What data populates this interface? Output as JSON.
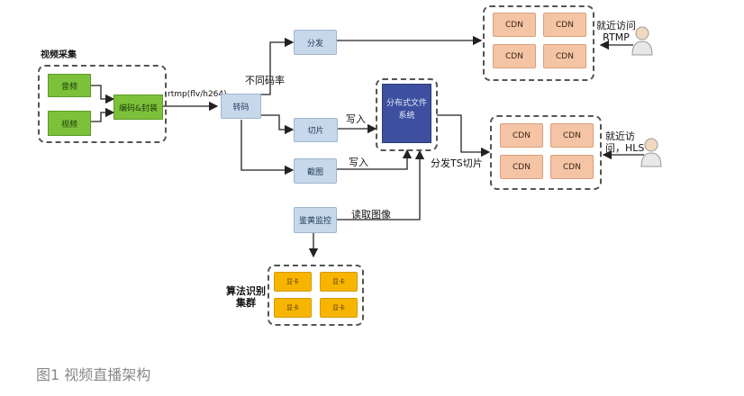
{
  "labels": {
    "capture_title": "视频采集",
    "audio": "音频",
    "video": "视频",
    "encode": "编码&封装",
    "rtmp_label": "rtmp(flv/h264)",
    "transcode": "转码",
    "multi_bitrate": "不同码率",
    "distribute": "分发",
    "slice": "切片",
    "screenshot": "截图",
    "write_in_1": "写入",
    "write_in_2": "写入",
    "dfs": "分布式文件系统",
    "distribute_ts": "分发TS切片",
    "porn_control": "鉴黄监控",
    "read_image": "读取图像",
    "algo_cluster": "算法识别\n集群",
    "rtmp_access": "就近访问\nRTMP",
    "hls_access": "就近访\n问，HLS",
    "caption": "图1  视频直播架构"
  },
  "cdn_top": [
    "CDN",
    "CDN",
    "CDN",
    "CDN"
  ],
  "cdn_bottom": [
    "CDN",
    "CDN",
    "CDN",
    "CDN"
  ],
  "gpu": [
    "显卡",
    "显卡",
    "显卡",
    "显卡"
  ],
  "colors": {
    "green": "#7dc13b",
    "light_blue": "#c7d8ea",
    "navy": "#3d4f9e",
    "cdn_orange": "#f4c4a5",
    "gold": "#f7b500"
  }
}
